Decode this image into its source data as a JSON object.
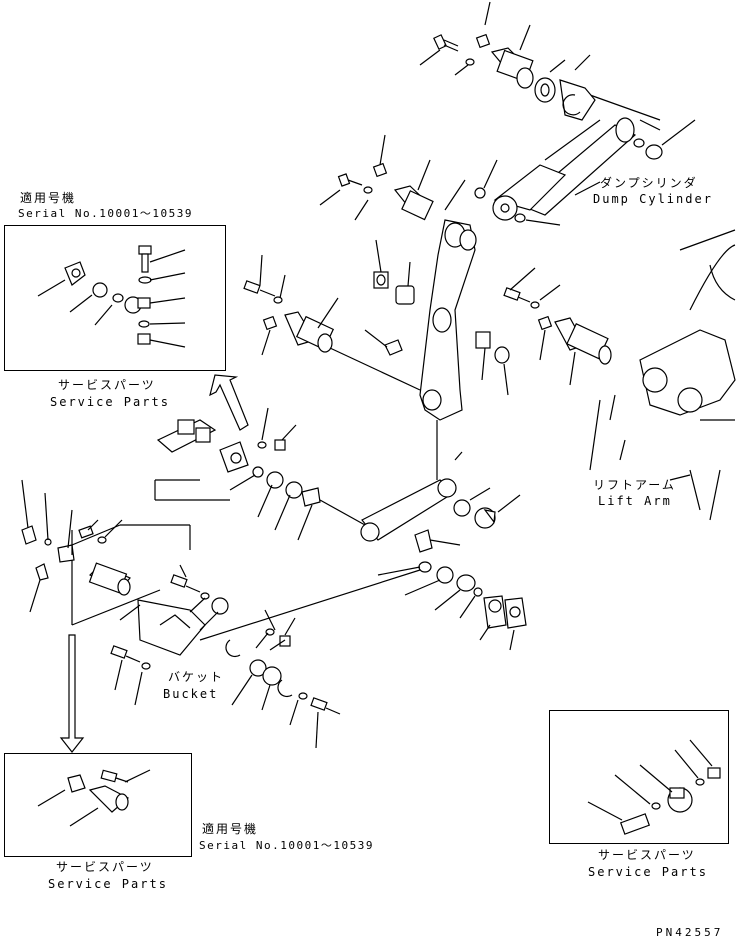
{
  "labels": {
    "applicable_top": "適用号機",
    "serial_top": "Serial No.10001～10539",
    "service_jp_left": "サービスパーツ",
    "service_en_left": "Service Parts",
    "dump_jp": "ダンプシリンダ",
    "dump_en": "Dump Cylinder",
    "lift_jp": "リフトアーム",
    "lift_en": "Lift Arm",
    "bucket_jp": "バケット",
    "bucket_en": "Bucket",
    "applicable_bottom": "適用号機",
    "serial_bottom": "Serial No.10001～10539",
    "service_jp_bl": "サービスパーツ",
    "service_en_bl": "Service Parts",
    "service_jp_br": "サービスパーツ",
    "service_en_br": "Service Parts",
    "part_number": "PN42557"
  }
}
